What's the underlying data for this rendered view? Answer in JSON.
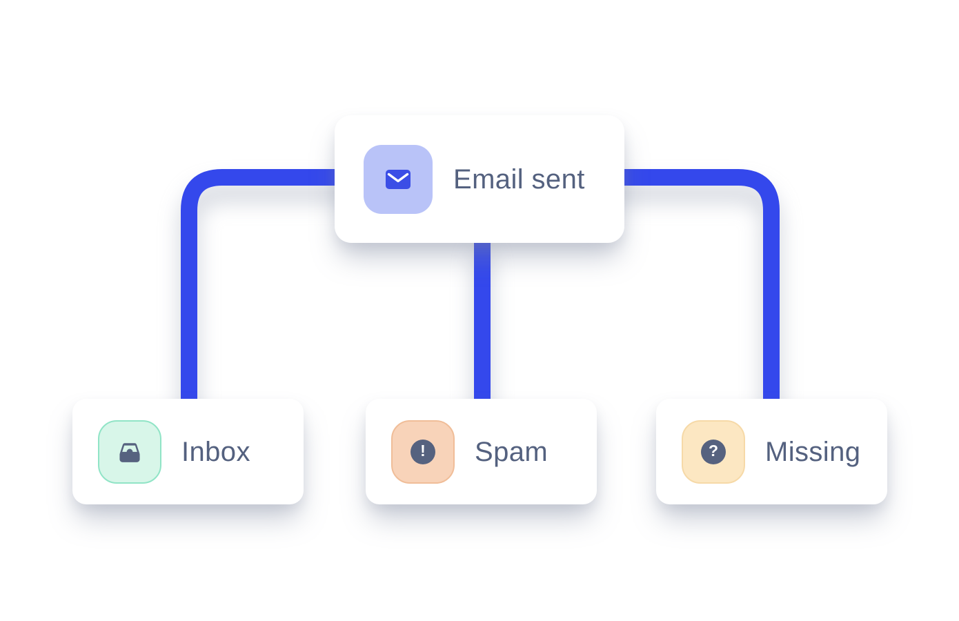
{
  "colors": {
    "background": "#ffffff",
    "connector_blue": "#3448ec",
    "label_text": "#54617f",
    "icon_slate": "#56627f",
    "card_white": "#ffffff",
    "email_tile_bg": "#b9c3f8",
    "email_icon_blue": "#3b4ee6",
    "inbox_tile_bg": "#d8f6e9",
    "inbox_tile_border": "#90e4c6",
    "spam_tile_bg": "#f8d3b9",
    "spam_tile_border": "#f0bd98",
    "missing_tile_bg": "#fce7c2",
    "missing_tile_border": "#f6d9a7"
  },
  "nodes": {
    "email_sent": {
      "label": "Email sent",
      "icon": "envelope-icon"
    },
    "inbox": {
      "label": "Inbox",
      "icon": "inbox-tray-icon"
    },
    "spam": {
      "label": "Spam",
      "icon": "exclamation-circle-icon",
      "glyph": "!"
    },
    "missing": {
      "label": "Missing",
      "icon": "question-circle-icon",
      "glyph": "?"
    }
  },
  "edges": [
    {
      "from": "email_sent",
      "to": "inbox"
    },
    {
      "from": "email_sent",
      "to": "spam"
    },
    {
      "from": "email_sent",
      "to": "missing"
    }
  ]
}
